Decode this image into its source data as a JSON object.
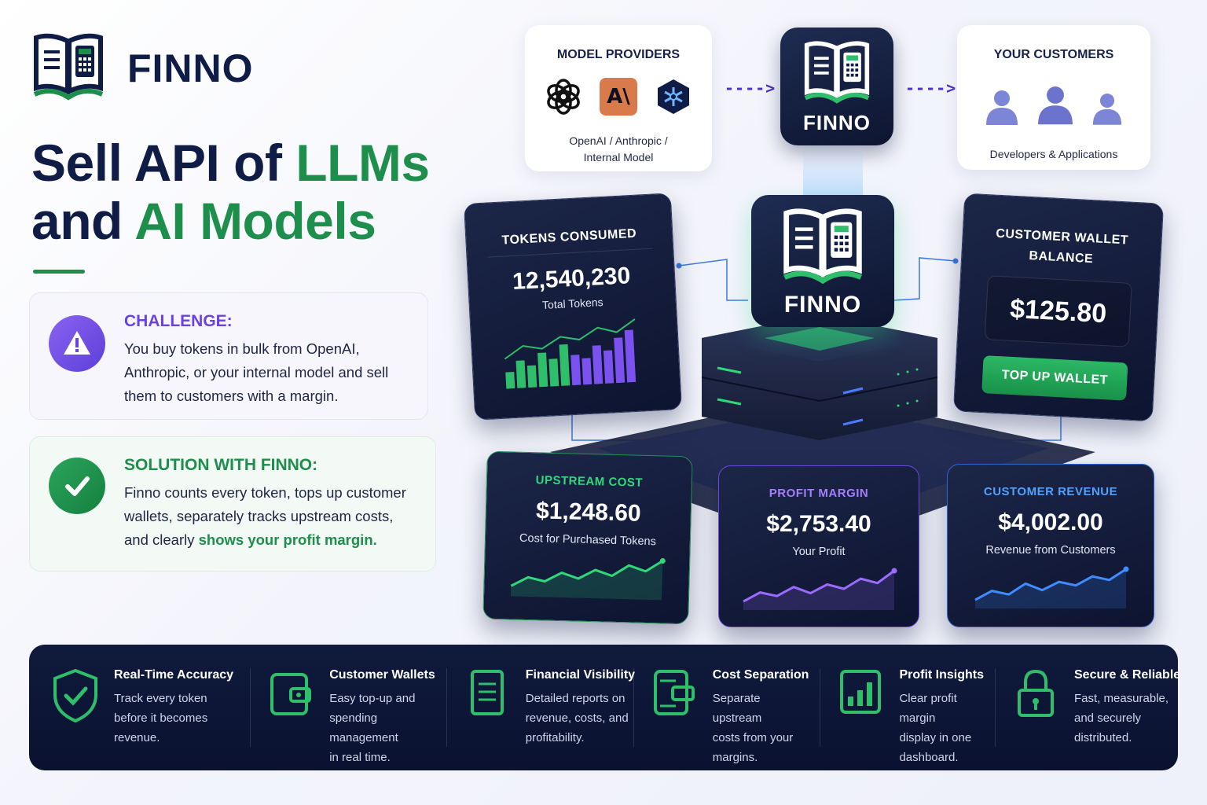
{
  "brand": {
    "name": "FINNO",
    "logo_icon": "book-calculator-icon"
  },
  "headline": {
    "line1_plain": "Sell API of ",
    "line1_accent": "LLMs",
    "line2_plain": "and ",
    "line2_accent": "AI Models"
  },
  "challenge": {
    "icon": "warning-icon",
    "title": "CHALLENGE:",
    "text": "You buy tokens in bulk from OpenAI, Anthropic, or your internal model and sell them to customers with a margin."
  },
  "solution": {
    "icon": "check-icon",
    "title": "SOLUTION WITH FINNO:",
    "text_plain": "Finno counts every token, tops up customer wallets, separately tracks upstream costs, and clearly ",
    "text_highlight": "shows your profit margin."
  },
  "providers": {
    "title": "MODEL PROVIDERS",
    "icons": [
      "openai-icon",
      "anthropic-icon",
      "internal-model-icon"
    ],
    "anthropic_mark": "A\\",
    "subtitle_line1": "OpenAI / Anthropic /",
    "subtitle_line2": "Internal Model"
  },
  "customers": {
    "title": "YOUR CUSTOMERS",
    "icon": "user-icon",
    "subtitle": "Developers & Applications"
  },
  "flow_arrow": "---->",
  "tokens_card": {
    "title": "TOKENS CONSUMED",
    "value": "12,540,230",
    "caption": "Total Tokens",
    "bars_green": [
      0.3,
      0.5,
      0.4,
      0.62,
      0.5,
      0.75
    ],
    "bars_purple": [
      0.55,
      0.48,
      0.7,
      0.6,
      0.82,
      0.95
    ],
    "line": [
      0.4,
      0.62,
      0.55,
      0.75,
      0.68,
      0.88,
      0.78,
      1.0
    ]
  },
  "wallet_card": {
    "title_line1": "CUSTOMER WALLET",
    "title_line2": "BALANCE",
    "value": "$125.80",
    "button": "TOP UP WALLET"
  },
  "upstream_card": {
    "title": "UPSTREAM COST",
    "value": "$1,248.60",
    "caption": "Cost for Purchased Tokens",
    "accent": "#2fd97a",
    "trend": [
      0.2,
      0.45,
      0.35,
      0.6,
      0.45,
      0.7,
      0.55,
      0.85,
      0.7,
      1.0
    ]
  },
  "profit_card": {
    "title": "PROFIT MARGIN",
    "value": "$2,753.40",
    "caption": "Your Profit",
    "accent": "#9b6bff",
    "trend": [
      0.15,
      0.4,
      0.3,
      0.55,
      0.38,
      0.62,
      0.5,
      0.78,
      0.66,
      1.0
    ]
  },
  "revenue_card": {
    "title": "CUSTOMER REVENUE",
    "value": "$4,002.00",
    "caption": "Revenue from Customers",
    "accent": "#3f8cff",
    "trend": [
      0.15,
      0.4,
      0.3,
      0.6,
      0.42,
      0.65,
      0.55,
      0.8,
      0.7,
      1.0
    ]
  },
  "features": [
    {
      "icon": "shield-check-icon",
      "title": "Real-Time Accuracy",
      "lines": [
        "Track every token",
        "before it becomes",
        "revenue."
      ]
    },
    {
      "icon": "wallet-icon",
      "title": "Customer Wallets",
      "lines": [
        "Easy top-up and",
        "spending management",
        "in real time."
      ]
    },
    {
      "icon": "report-icon",
      "title": "Financial Visibility",
      "lines": [
        "Detailed reports on",
        "revenue, costs, and",
        "profitability."
      ]
    },
    {
      "icon": "cost-separation-icon",
      "title": "Cost Separation",
      "lines": [
        "Separate upstream",
        "costs from your",
        "margins."
      ]
    },
    {
      "icon": "bar-chart-icon",
      "title": "Profit Insights",
      "lines": [
        "Clear profit margin",
        "display in one",
        "dashboard."
      ]
    },
    {
      "icon": "lock-icon",
      "title": "Secure & Reliable",
      "lines": [
        "Fast, measurable,",
        "and securely",
        "distributed."
      ]
    }
  ],
  "colors": {
    "navy": "#0f1d46",
    "green": "#1d8e4b",
    "purple": "#6a43df",
    "blue": "#3f8cff"
  }
}
